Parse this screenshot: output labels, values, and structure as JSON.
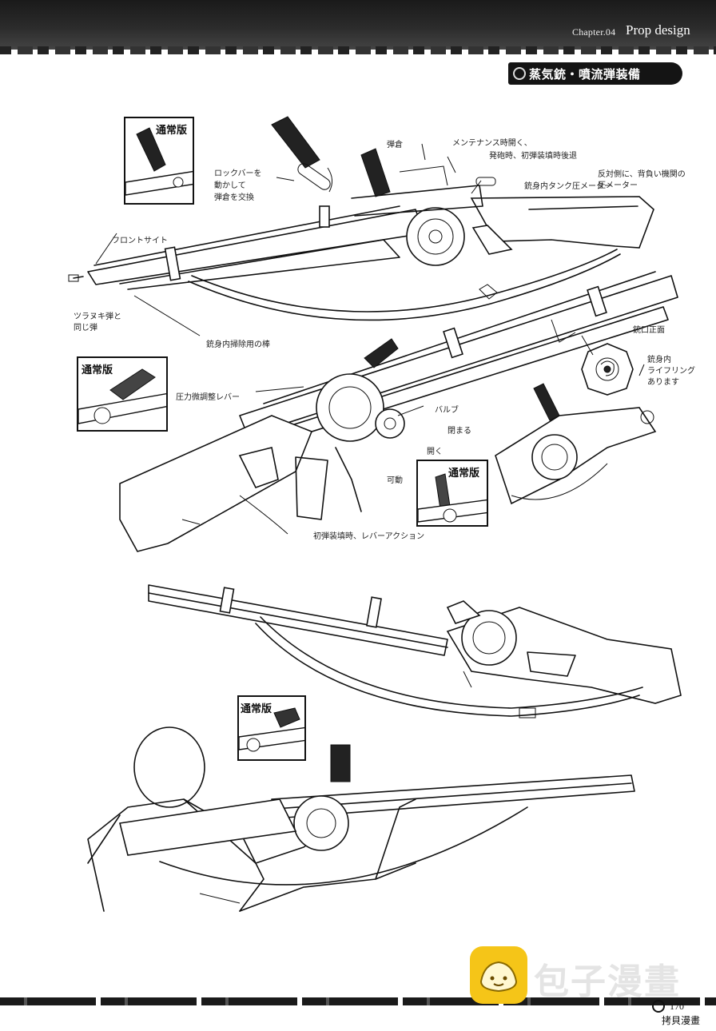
{
  "header": {
    "chapter": "Chapter.04",
    "title": "Prop design"
  },
  "section": {
    "title": "蒸気銃・噴流弾装備"
  },
  "insets": {
    "inset1": "通常版",
    "inset2": "通常版",
    "inset3": "通常版",
    "inset4": "通常版"
  },
  "notes": {
    "magazine": "弾倉",
    "maintenance": "メンテナンス時開く、",
    "first_load": "発砲時、初弾装填時後退",
    "lock_bar": "ロックバーを\n動かして\n弾倉を交換",
    "barrel_tank": "銃身内タンク圧メーター",
    "pressure_meter": "反対側に、背負い機関の\n圧メーター",
    "front_sight": "フロントサイト",
    "tsurane": "ツラヌキ弾と\n同じ弾",
    "cleaning_rod": "銃身内掃除用の棒",
    "muzzle_front": "銃口正面",
    "rifling": "銃身内\nライフリング\nあります",
    "pressure_lever": "圧力微調整レバー",
    "valve": "バルブ",
    "close": "閉まる",
    "open": "開く",
    "moves": "可動",
    "lever_action": "初弾装填時、レバーアクション"
  },
  "footer": {
    "page": "170",
    "site_small": "拷貝漫畫"
  },
  "watermark": {
    "text": "包子漫畫"
  },
  "icons": [
    "circle-badge-icon",
    "page-badge-icon",
    "watermark-bun-icon"
  ]
}
